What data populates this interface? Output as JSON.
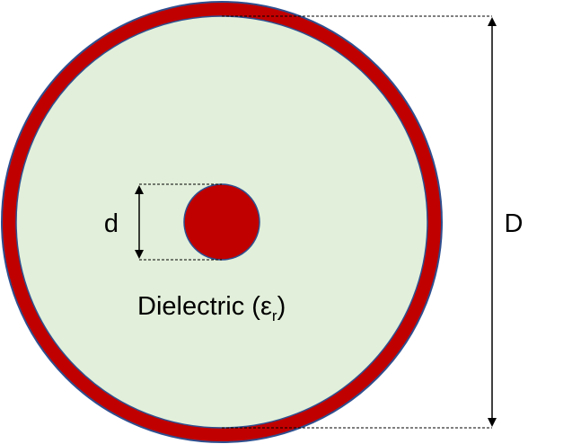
{
  "diagram": {
    "labels": {
      "inner_diameter": "d",
      "outer_diameter": "D",
      "dielectric_text": "Dielectric (ε",
      "dielectric_subscript": "r",
      "dielectric_close": ")"
    },
    "colors": {
      "conductor": "#c00000",
      "conductor_stroke": "#2f4f8f",
      "dielectric": "#e2efda",
      "dimension_lines": "#000000"
    }
  }
}
